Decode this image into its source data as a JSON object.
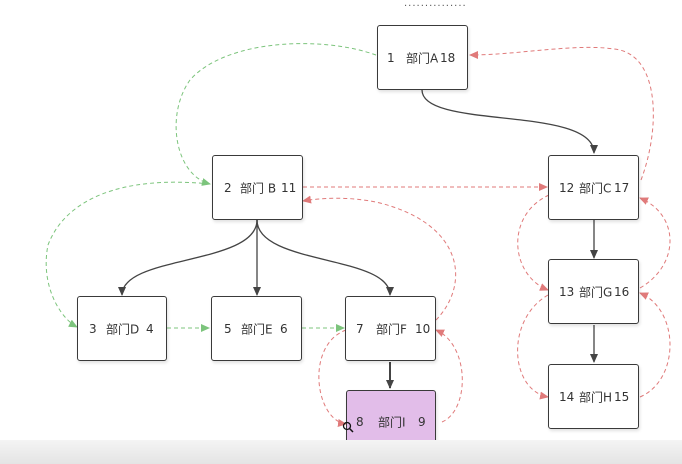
{
  "nodes": {
    "a": {
      "num": "1",
      "name": "部门A",
      "end": "18"
    },
    "b": {
      "num": "2",
      "name": "部门 B",
      "end": "11"
    },
    "c": {
      "num": "12",
      "name": "部门C",
      "end": "17"
    },
    "d": {
      "num": "3",
      "name": "部门D",
      "end": "4"
    },
    "e": {
      "num": "5",
      "name": "部门E",
      "end": "6"
    },
    "f": {
      "num": "7",
      "name": "部门F",
      "end": "10"
    },
    "g": {
      "num": "13",
      "name": "部门G",
      "end": "16"
    },
    "h": {
      "num": "14",
      "name": "部门H",
      "end": "15"
    },
    "i": {
      "num": "8",
      "name": "部门I",
      "end": "9"
    }
  },
  "colors": {
    "tree_edge": "#444444",
    "down_edge": "#7cc47c",
    "up_edge": "#e07a7a",
    "highlight": "#e2bde9"
  },
  "icons": {
    "cursor": "magnifier-cursor-icon"
  },
  "top_dots": "..............."
}
